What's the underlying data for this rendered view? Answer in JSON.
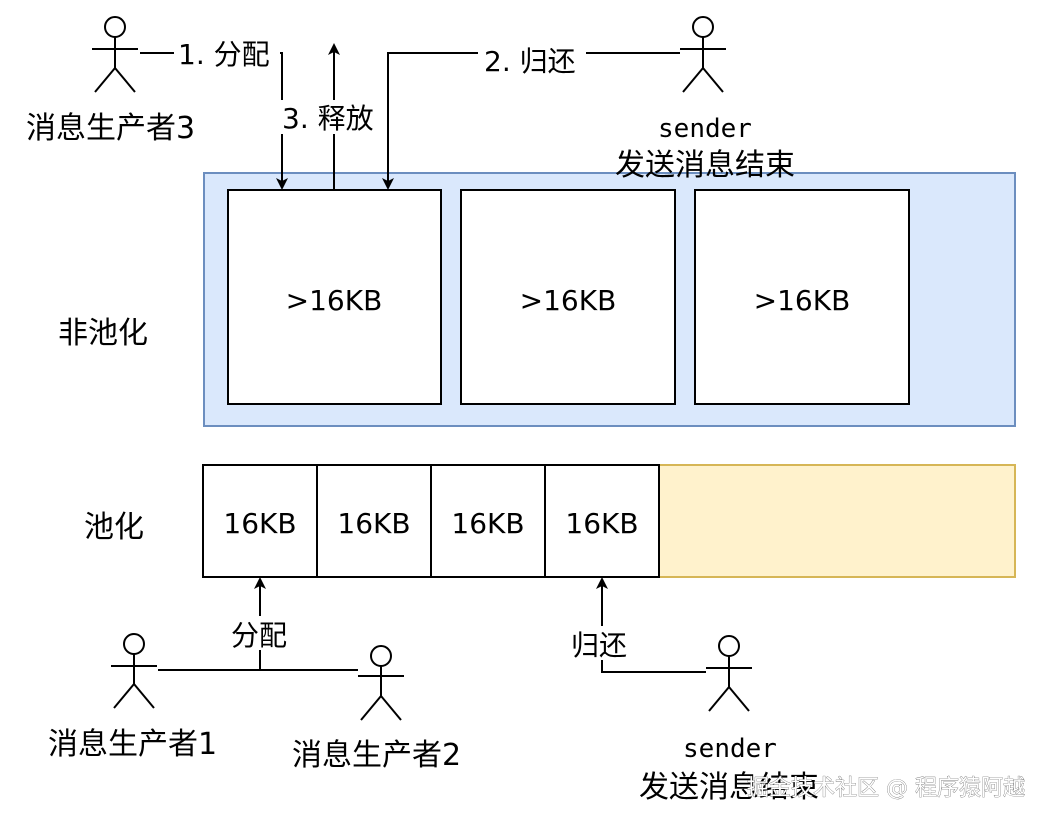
{
  "labels": {
    "non_pooled": "非池化",
    "pooled": "池化"
  },
  "non_pooled_blocks": [
    ">16KB",
    ">16KB",
    ">16KB"
  ],
  "pooled_blocks": [
    "16KB",
    "16KB",
    "16KB",
    "16KB"
  ],
  "actors": {
    "producer3": "消息生产者3",
    "producer1": "消息生产者1",
    "producer2": "消息生产者2",
    "sender_top_name": "sender",
    "sender_top_caption": "发送消息结束",
    "sender_bottom_name": "sender",
    "sender_bottom_caption": "发送消息结束"
  },
  "arrows": {
    "top_allocate": "1. 分配",
    "top_return": "2. 归还",
    "top_release": "3. 释放",
    "bottom_allocate": "分配",
    "bottom_return": "归还"
  },
  "watermark": "掘金技术社区 @ 程序猿阿越",
  "colors": {
    "non_pooled_fill": "#dae8fc",
    "non_pooled_stroke": "#6c8ebf",
    "pooled_free_fill": "#fff2cc",
    "pooled_free_stroke": "#d6b656"
  }
}
